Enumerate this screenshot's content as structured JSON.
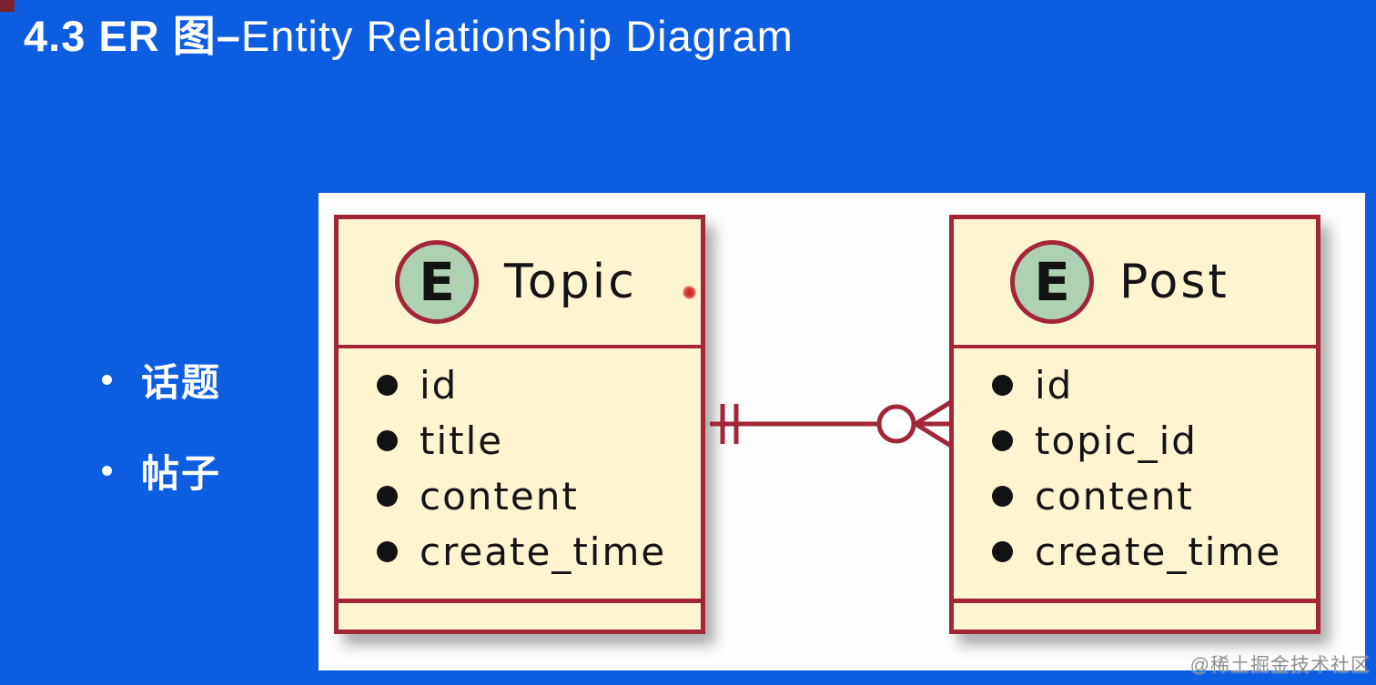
{
  "slide": {
    "title_strong": "4.3 ER 图–",
    "title_light": "Entity Relationship Diagram",
    "bullets": [
      "话题",
      "帖子"
    ],
    "watermark": "@稀土掘金技术社区"
  },
  "diagram": {
    "type": "entity-relationship",
    "entities": [
      {
        "stereotype": "E",
        "name": "Topic",
        "attributes": [
          "id",
          "title",
          "content",
          "create_time"
        ]
      },
      {
        "stereotype": "E",
        "name": "Post",
        "attributes": [
          "id",
          "topic_id",
          "content",
          "create_time"
        ]
      }
    ],
    "relationship": {
      "from": "Topic",
      "to": "Post",
      "from_cardinality": "exactly one (||)",
      "to_cardinality": "zero or many (o<)",
      "notation": "crow's foot"
    },
    "colors": {
      "background": "#0d5de0",
      "panel": "#fefefe",
      "entity_fill": "#fcf5cf",
      "entity_border": "#a32638",
      "spot_fill": "#add1b2",
      "text": "#141414",
      "title_text": "#ffffff"
    }
  }
}
